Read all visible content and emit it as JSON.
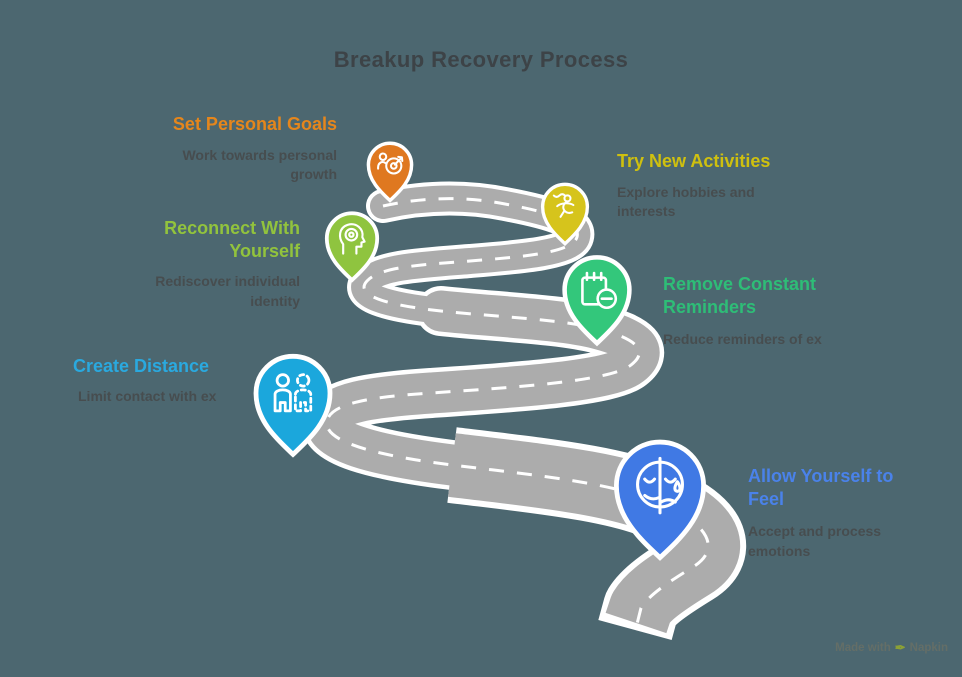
{
  "title": "Breakup Recovery Process",
  "colors": {
    "background": "#4C6770",
    "title": "#3D4347",
    "description": "#474D4F",
    "road_surface": "#ACACAC",
    "road_casing": "#FFFFFF",
    "road_marking": "#FFFFFF"
  },
  "steps": [
    {
      "label": "Set Personal Goals",
      "description": "Work towards personal growth",
      "color": "#E5861C",
      "pin_color": "#DF7820",
      "icon": "goal-target-icon"
    },
    {
      "label": "Try New Activities",
      "description": "Explore hobbies and interests",
      "color": "#CFC00F",
      "pin_color": "#D6C41C",
      "icon": "active-person-icon"
    },
    {
      "label": "Reconnect With Yourself",
      "description": "Rediscover individual identity",
      "color": "#92C33D",
      "pin_color": "#8FC43F",
      "icon": "mindful-head-icon"
    },
    {
      "label": "Remove Constant Reminders",
      "description": "Reduce reminders of ex",
      "color": "#2EBD77",
      "pin_color": "#33C77B",
      "icon": "notepad-remove-icon"
    },
    {
      "label": "Create Distance",
      "description": "Limit contact with ex",
      "color": "#2AA9DF",
      "pin_color": "#1BA7DC",
      "icon": "people-distance-icon"
    },
    {
      "label": "Allow Yourself to Feel",
      "description": "Accept and process emotions",
      "color": "#4A82EA",
      "pin_color": "#4079E4",
      "icon": "dual-emotion-face-icon"
    }
  ],
  "watermark": {
    "prefix": "Made with",
    "brand": "Napkin",
    "icon": "pen-nib-icon",
    "icon_glyph": "✒",
    "icon_color": "#8CA136",
    "text_color": "#646E67"
  }
}
